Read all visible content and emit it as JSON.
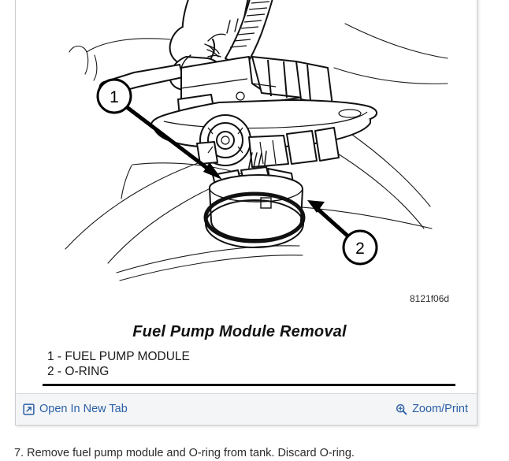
{
  "figure": {
    "title": "Fuel Pump Module Removal",
    "image_id": "8121f06d",
    "legend": [
      {
        "number": "1",
        "label": "1 - FUEL PUMP MODULE"
      },
      {
        "number": "2",
        "label": "2 - O-RING"
      }
    ],
    "callouts": [
      {
        "number": "1",
        "points_to": "fuel pump module"
      },
      {
        "number": "2",
        "points_to": "o-ring"
      }
    ],
    "illustration_description": "Line drawing of a hand lifting a fuel pump module with O-ring out of a fuel tank opening"
  },
  "footer": {
    "open_in_new_tab_label": "Open In New Tab",
    "open_in_new_tab_icon": "external-link-icon",
    "zoom_print_label": "Zoom/Print",
    "zoom_print_icon": "magnifier-plus-icon",
    "link_color": "#2a5fa5",
    "background_color": "#f4f5f7"
  },
  "body": {
    "step_text": "7. Remove fuel pump module and O-ring from tank. Discard O-ring."
  }
}
